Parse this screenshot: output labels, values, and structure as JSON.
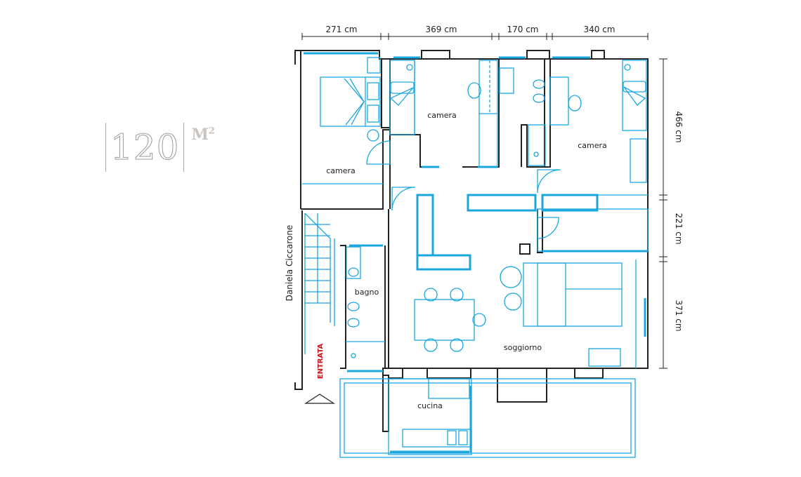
{
  "area": {
    "value": "120",
    "unit": "M",
    "exponent": "2"
  },
  "dimensions": {
    "top": [
      "271 cm",
      "369 cm",
      "170 cm",
      "340 cm"
    ],
    "right": [
      "466 cm",
      "221 cm",
      "371 cm"
    ]
  },
  "rooms": {
    "camera_1": "camera",
    "camera_2": "camera",
    "camera_3": "camera",
    "bagno": "bagno",
    "soggiorno": "soggiorno",
    "cucina": "cucina"
  },
  "street_label": "Daniela Ciccarone",
  "entrance_label": "ENTRATA",
  "colors": {
    "plan_blue": "#1aa7e0",
    "entrance_red": "#d0121b",
    "wall": "#222222",
    "logo_grey": "#9f9a95"
  }
}
